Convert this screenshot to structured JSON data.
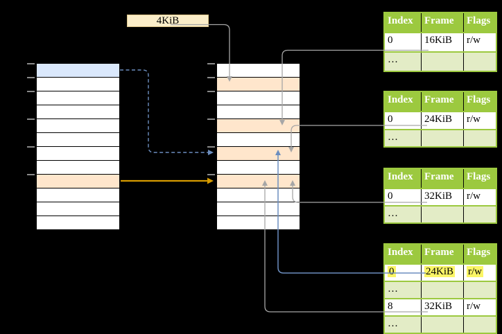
{
  "figure": {
    "page_size_label": "4KiB",
    "virtual_memory": {
      "row_count": 12,
      "highlights": {
        "0": "blue",
        "8": "orange"
      },
      "ticks": [
        0,
        1,
        2,
        4,
        6,
        8
      ]
    },
    "physical_memory": {
      "row_count": 12,
      "highlights": {
        "1": "orange",
        "4": "orange",
        "6": "orange",
        "8": "orange"
      },
      "ticks": [
        0,
        1,
        2,
        4,
        6,
        8
      ]
    },
    "page_tables": {
      "headers": [
        "Index",
        "Frame",
        "Flags"
      ],
      "tables": [
        {
          "name": "page-table-1",
          "rows": [
            {
              "cells": [
                "0",
                "16KiB",
                "r/w"
              ]
            },
            {
              "cells": [
                "…",
                "",
                ""
              ],
              "muted": true
            }
          ]
        },
        {
          "name": "page-table-2",
          "rows": [
            {
              "cells": [
                "0",
                "24KiB",
                "r/w"
              ]
            },
            {
              "cells": [
                "…",
                "",
                ""
              ],
              "muted": true
            }
          ]
        },
        {
          "name": "page-table-3",
          "rows": [
            {
              "cells": [
                "0",
                "32KiB",
                "r/w"
              ]
            },
            {
              "cells": [
                "…",
                "",
                ""
              ],
              "muted": true
            }
          ]
        },
        {
          "name": "page-table-4",
          "rows": [
            {
              "cells": [
                "0",
                "24KiB",
                "r/w"
              ],
              "highlight": true
            },
            {
              "cells": [
                "…",
                "",
                ""
              ],
              "muted": true
            },
            {
              "cells": [
                "8",
                "32KiB",
                "r/w"
              ]
            },
            {
              "cells": [
                "…",
                "",
                ""
              ],
              "muted": true
            }
          ]
        }
      ]
    },
    "colors": {
      "virtual_page_blue": "#dae8fc",
      "frame_orange": "#ffe6cc",
      "label_fill": "#fbeec9",
      "table_header_green": "#9cc93f",
      "table_row_green": "#e3ecc6",
      "highlight_yellow": "#fbf566",
      "arrow_gray": "#a6a6a6",
      "arrow_blue": "#6c8ebf",
      "arrow_orange": "#d79b00"
    }
  }
}
